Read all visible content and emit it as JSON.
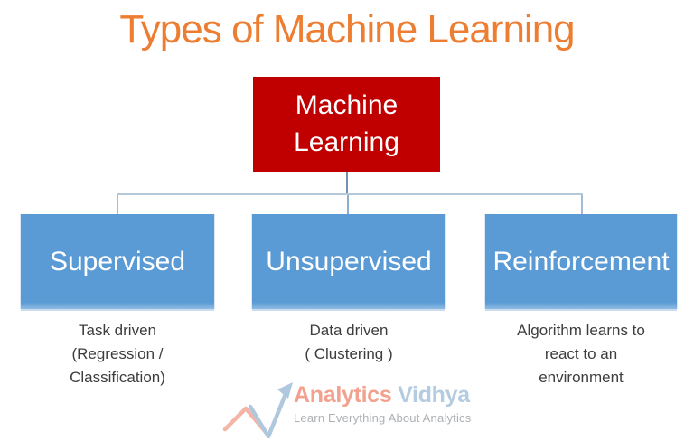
{
  "title": "Types of Machine Learning",
  "tree": {
    "root": {
      "label": "Machine Learning"
    },
    "children": [
      {
        "label": "Supervised",
        "description": "Task driven\n(Regression /\nClassification)"
      },
      {
        "label": "Unsupervised",
        "description": "Data driven\n( Clustering )"
      },
      {
        "label": "Reinforcement",
        "description": "Algorithm learns to\nreact to an\nenvironment"
      }
    ]
  },
  "logo": {
    "brand_primary": "Analytics",
    "brand_secondary": "Vidhya",
    "tagline": "Learn Everything About Analytics",
    "icon": "zigzag-arrow-chart-icon"
  },
  "colors": {
    "background": "#FFFFFF",
    "title_text": "#ED7D31",
    "root_box_bg": "#C00000",
    "child_box_bg": "#5B9BD5",
    "box_text": "#FFFFFF",
    "connector_stem": "#6F93B2",
    "connector_horizontal": "#B4C8DA",
    "connector_drops": "#A0BCD6",
    "description_text": "#3D3D3D",
    "logo_analytics": "#F1A18E",
    "logo_vidhya": "#B5CCE0",
    "logo_tagline": "#ADB1B5"
  }
}
